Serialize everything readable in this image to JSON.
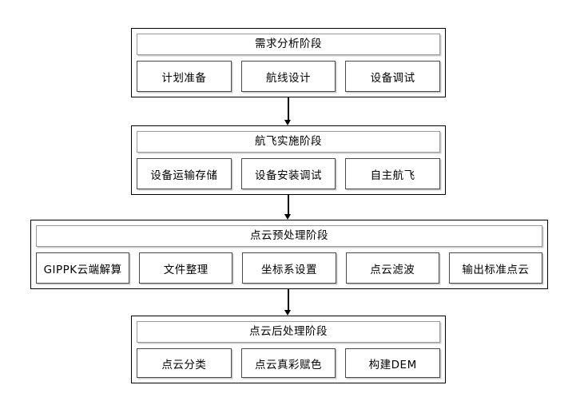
{
  "diagram": {
    "background_color": "#ffffff",
    "line_color": "#000000",
    "stages": [
      {
        "title": "需求分析阶段",
        "items": [
          "计划准备",
          "航线设计",
          "设备调试"
        ]
      },
      {
        "title": "航飞实施阶段",
        "items": [
          "设备运输存储",
          "设备安装调试",
          "自主航飞"
        ]
      },
      {
        "title": "点云预处理阶段",
        "items": [
          "GIPPK云端解算",
          "文件整理",
          "坐标系设置",
          "点云滤波",
          "输出标准点云"
        ]
      },
      {
        "title": "点云后处理阶段",
        "items": [
          "点云分类",
          "点云真彩赋色",
          "构建DEM"
        ]
      }
    ],
    "connectors": [
      {
        "from": "需求分析阶段",
        "to": "航飞实施阶段",
        "arrow": "down-arrow"
      },
      {
        "from": "航飞实施阶段",
        "to": "点云预处理阶段",
        "arrow": "down-arrow"
      },
      {
        "from": "点云预处理阶段",
        "to": "点云后处理阶段",
        "arrow": "down-arrow"
      }
    ]
  }
}
